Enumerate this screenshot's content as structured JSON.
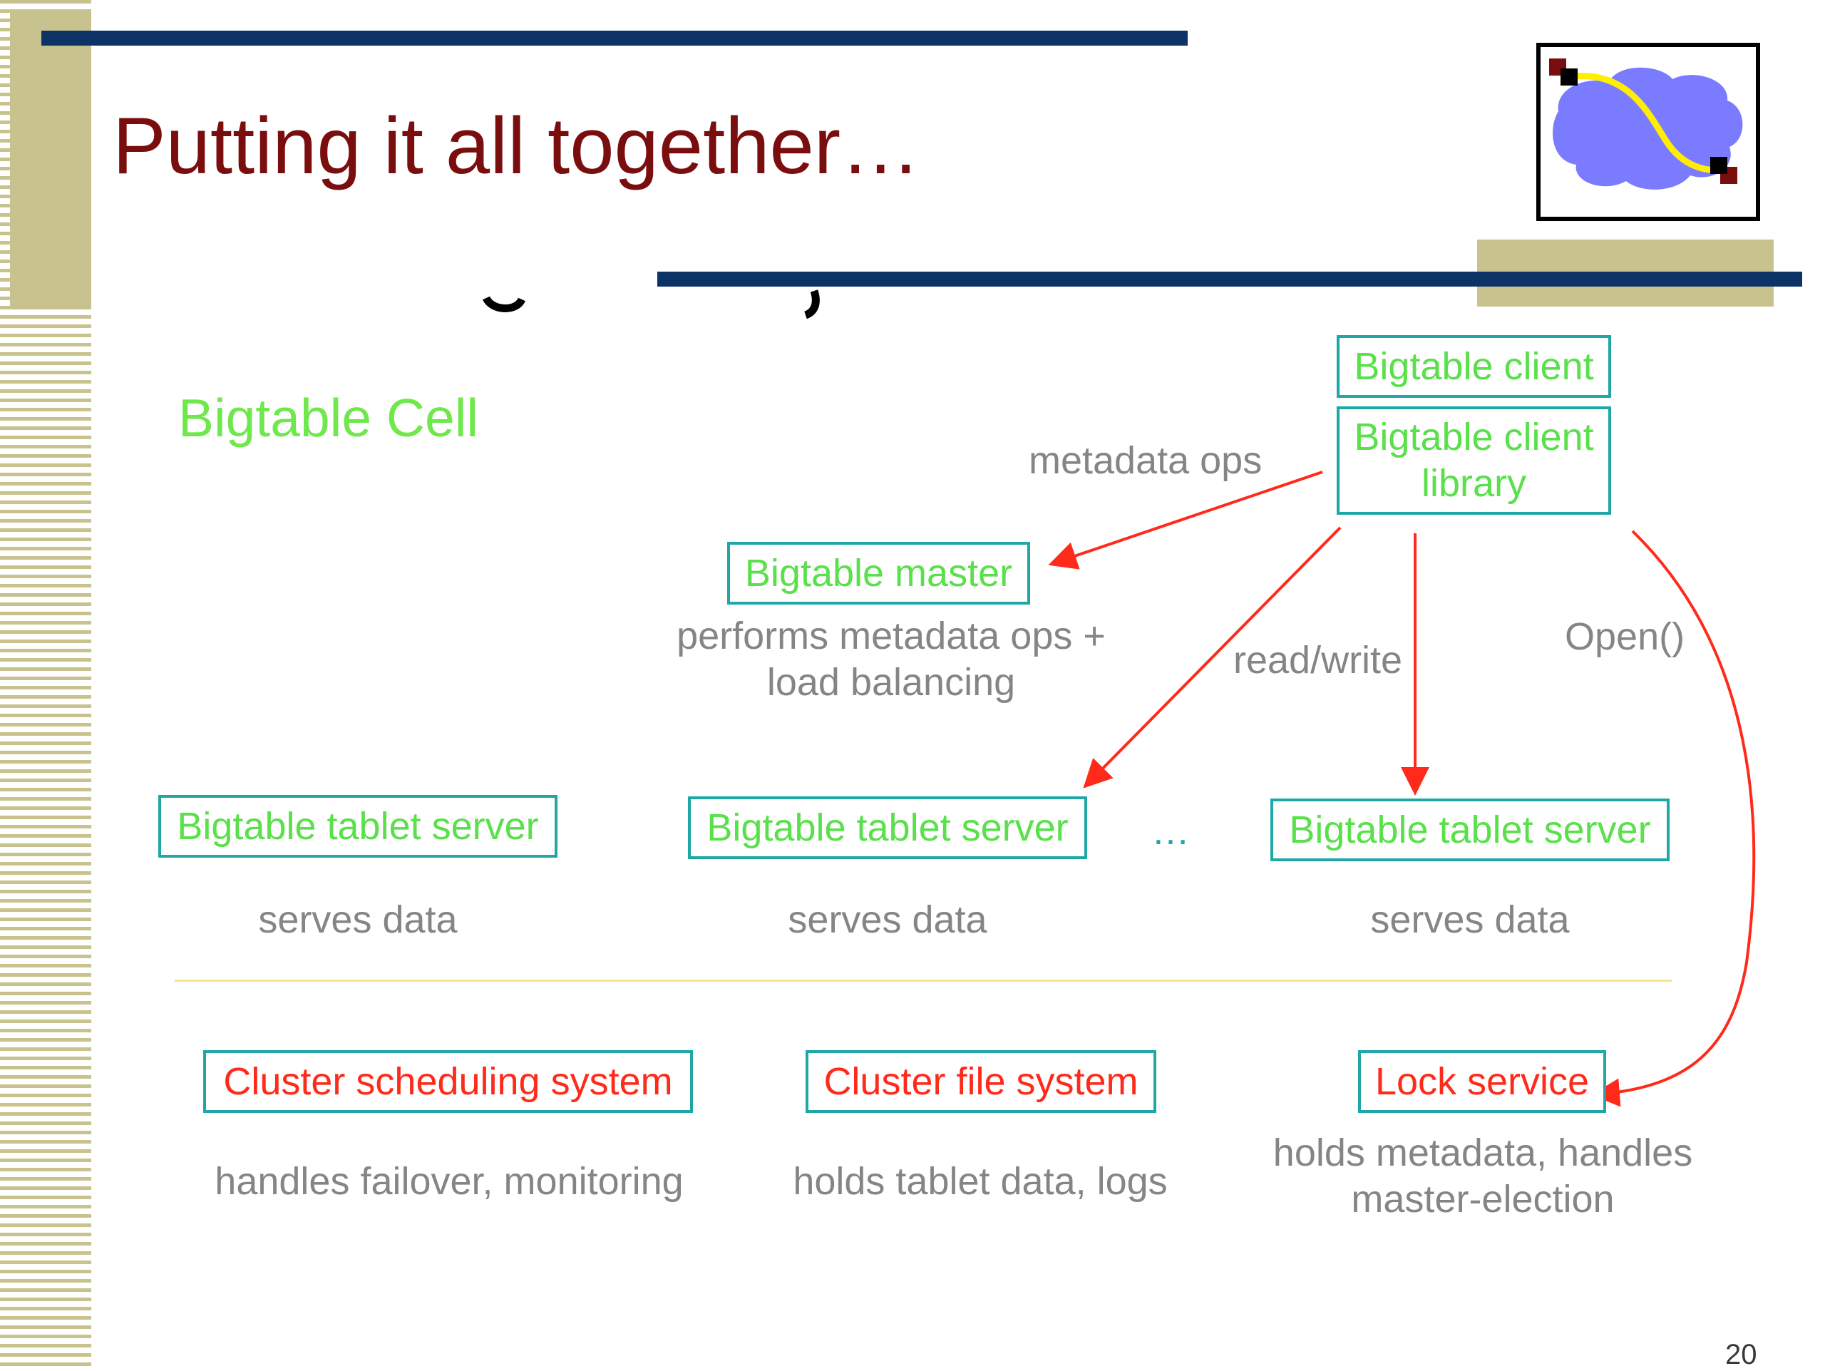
{
  "slide": {
    "title": "Putting it all together…",
    "page_number": "20",
    "colors": {
      "title": "#7a0d0d",
      "bar": "#0d3366",
      "accent": "#c8c38e",
      "box_border": "#1fa7a7",
      "green_text": "#59e04a",
      "red_text": "#ff2a1a",
      "arrow": "#ff2a1a"
    }
  },
  "logo": {
    "icon": "network-cloud-path-icon"
  },
  "diagram": {
    "cell_label": "Bigtable Cell",
    "client": "Bigtable client",
    "client_library": "Bigtable client library",
    "master": {
      "label": "Bigtable master",
      "description": "performs metadata ops + load balancing"
    },
    "tablet_servers": [
      {
        "label": "Bigtable tablet server",
        "description": "serves data"
      },
      {
        "label": "Bigtable tablet server",
        "description": "serves data"
      },
      {
        "label": "Bigtable tablet server",
        "description": "serves data"
      }
    ],
    "ellipsis": "…",
    "services": [
      {
        "label": "Cluster scheduling system",
        "description": "handles failover, monitoring"
      },
      {
        "label": "Cluster file system",
        "description": "holds tablet data, logs"
      },
      {
        "label": "Lock service",
        "description": "holds metadata, handles master-election"
      }
    ],
    "edges": {
      "metadata": "metadata ops",
      "readwrite": "read/write",
      "open": "Open()"
    }
  }
}
